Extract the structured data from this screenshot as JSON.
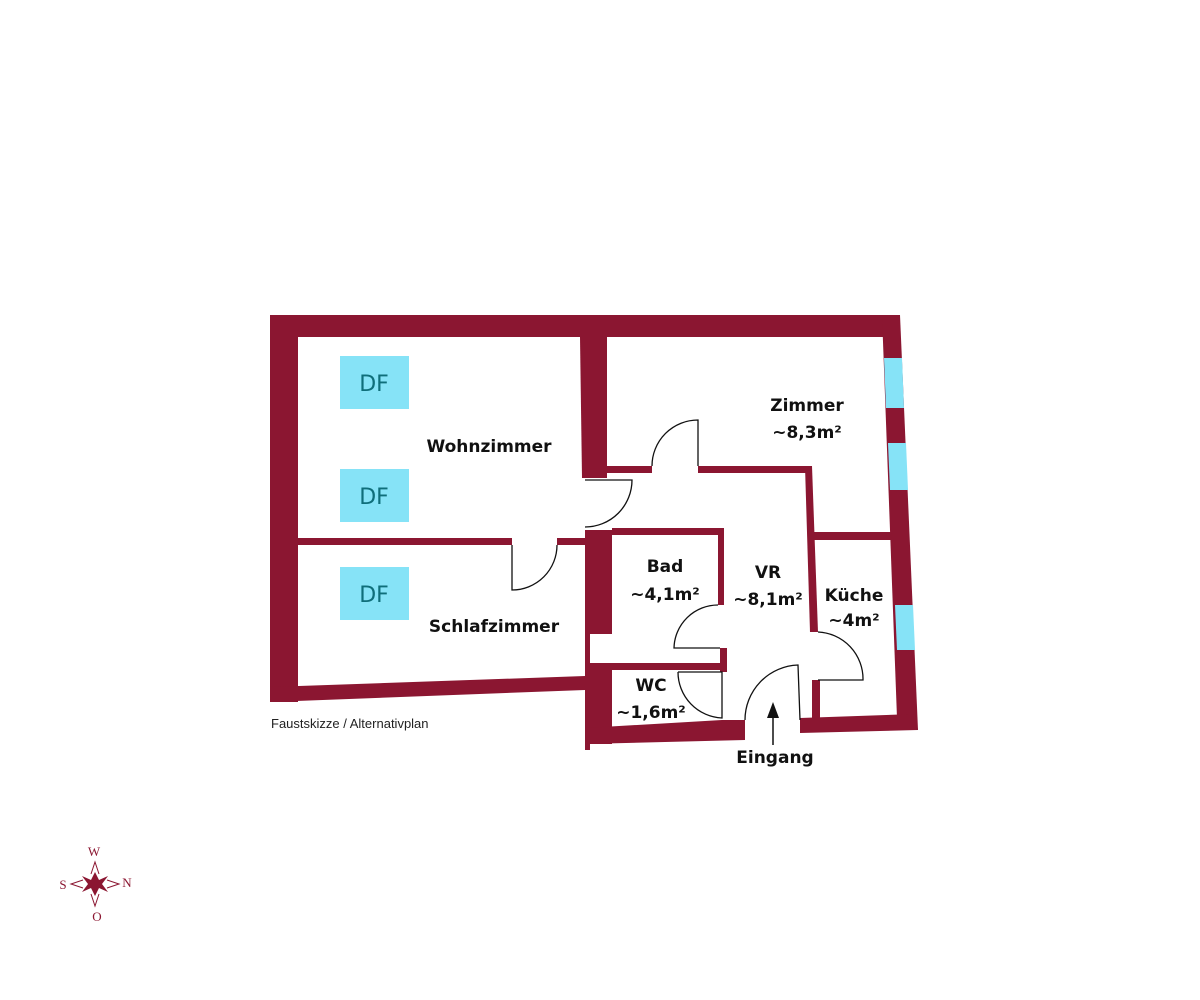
{
  "colors": {
    "wall": "#8b1631",
    "window": "#86e3f7",
    "df": "#86e3f7"
  },
  "rooms": {
    "wohnzimmer": {
      "name": "Wohnzimmer"
    },
    "schlafzimmer": {
      "name": "Schlafzimmer"
    },
    "zimmer": {
      "name": "Zimmer",
      "area": "~8,3m²"
    },
    "bad": {
      "name": "Bad",
      "area": "~4,1m²"
    },
    "vr": {
      "name": "VR",
      "area": "~8,1m²"
    },
    "kueche": {
      "name": "Küche",
      "area": "~4m²"
    },
    "wc": {
      "name": "WC",
      "area": "~1,6m²"
    }
  },
  "df_label": "DF",
  "entrance": "Eingang",
  "caption": "Faustskizze / Alternativplan",
  "compass": {
    "top": "W",
    "left": "S",
    "right": "N",
    "bottom": "O"
  }
}
